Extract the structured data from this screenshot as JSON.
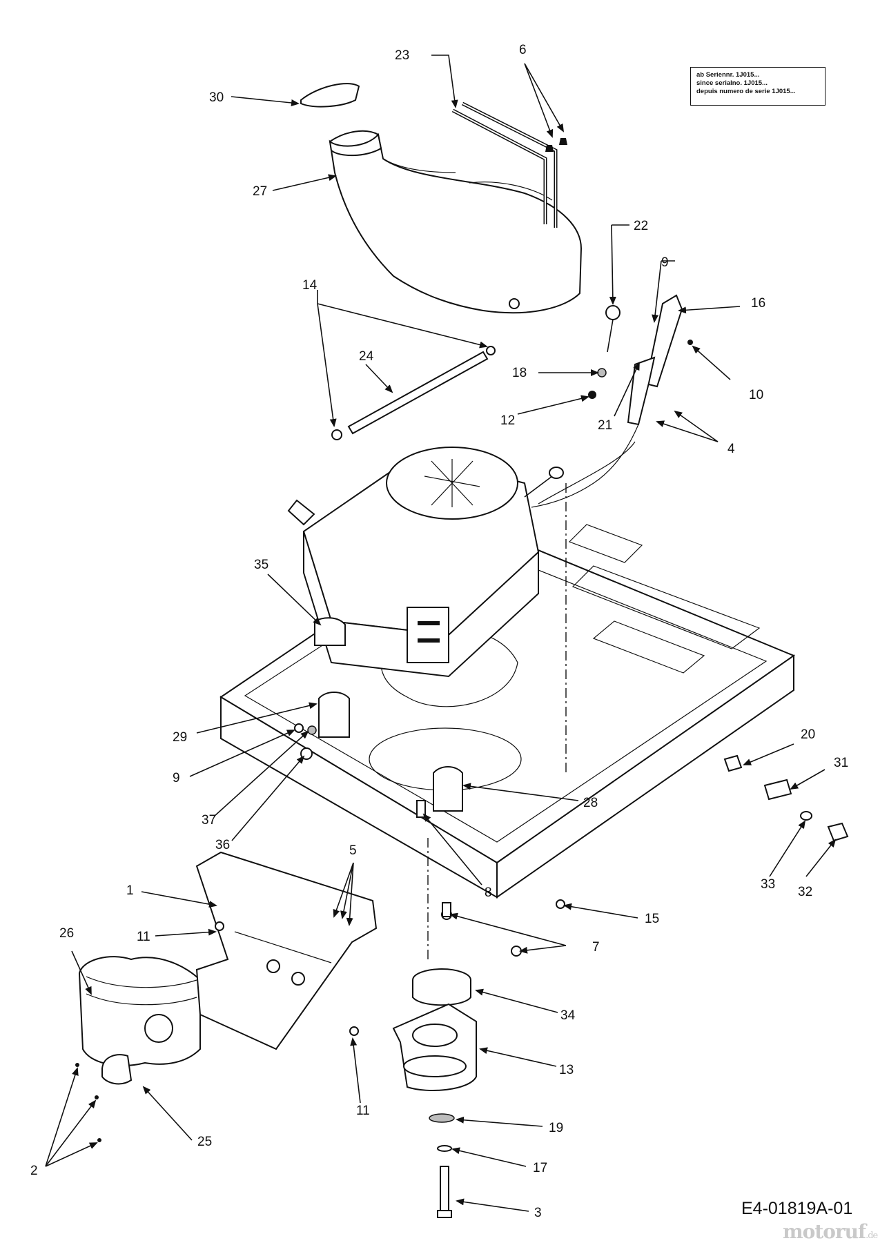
{
  "notice": {
    "line1": "ab Seriennr. 1J015...",
    "line2": "since serialno. 1J015...",
    "line3": "depuis numero de serie 1J015..."
  },
  "drawing_code": "E4-01819A-01",
  "watermark": {
    "name": "motoruf",
    "tld": ".de"
  },
  "callouts": {
    "c1": "1",
    "c2": "2",
    "c3": "3",
    "c4": "4",
    "c5": "5",
    "c6": "6",
    "c7": "7",
    "c8": "8",
    "c9a": "9",
    "c9b": "9",
    "c10": "10",
    "c11a": "11",
    "c11b": "11",
    "c12": "12",
    "c13": "13",
    "c14": "14",
    "c15": "15",
    "c16": "16",
    "c17": "17",
    "c18": "18",
    "c19": "19",
    "c20": "20",
    "c21": "21",
    "c22": "22",
    "c23": "23",
    "c24": "24",
    "c25": "25",
    "c26": "26",
    "c27": "27",
    "c28": "28",
    "c29": "29",
    "c30": "30",
    "c31": "31",
    "c32": "32",
    "c33": "33",
    "c34": "34",
    "c35": "35",
    "c36": "36",
    "c37": "37"
  },
  "colors": {
    "ink": "#111111",
    "paper": "#ffffff",
    "watermark": "#c9c9c9"
  }
}
